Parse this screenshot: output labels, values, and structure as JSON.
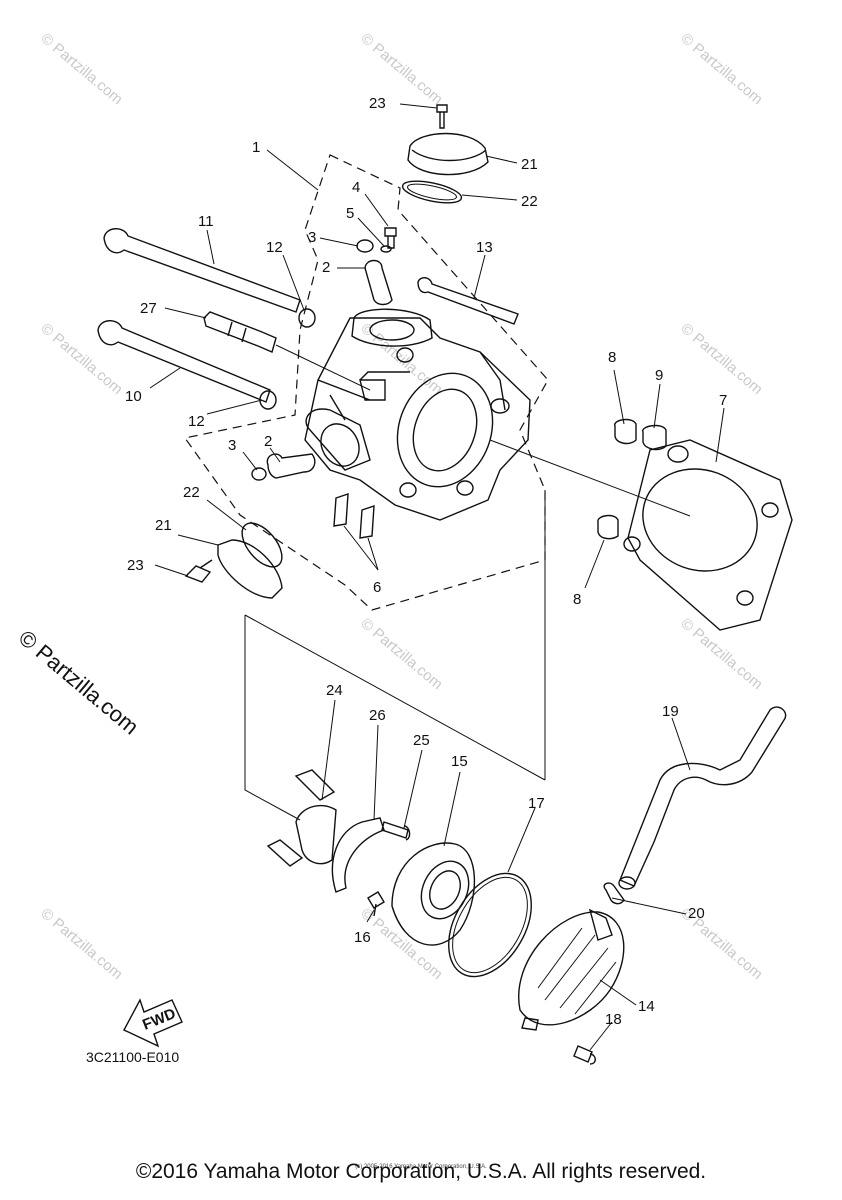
{
  "watermark": "© Partzilla.com",
  "side_watermark": "© Partzilla.com",
  "diagram_code": "3C21100-E010",
  "fwd_label": "FWD",
  "copyright": "©2016 Yamaha Motor Corporation, U.S.A. All rights reserved.",
  "copyright_small": "(c) 2005-2016 Yamaha Motor Corporation, U.S.A.",
  "callouts": [
    "1",
    "2",
    "2",
    "3",
    "3",
    "4",
    "5",
    "6",
    "7",
    "8",
    "8",
    "9",
    "10",
    "11",
    "12",
    "12",
    "13",
    "14",
    "15",
    "16",
    "17",
    "18",
    "19",
    "20",
    "21",
    "21",
    "22",
    "22",
    "23",
    "23",
    "24",
    "25",
    "26",
    "27"
  ]
}
